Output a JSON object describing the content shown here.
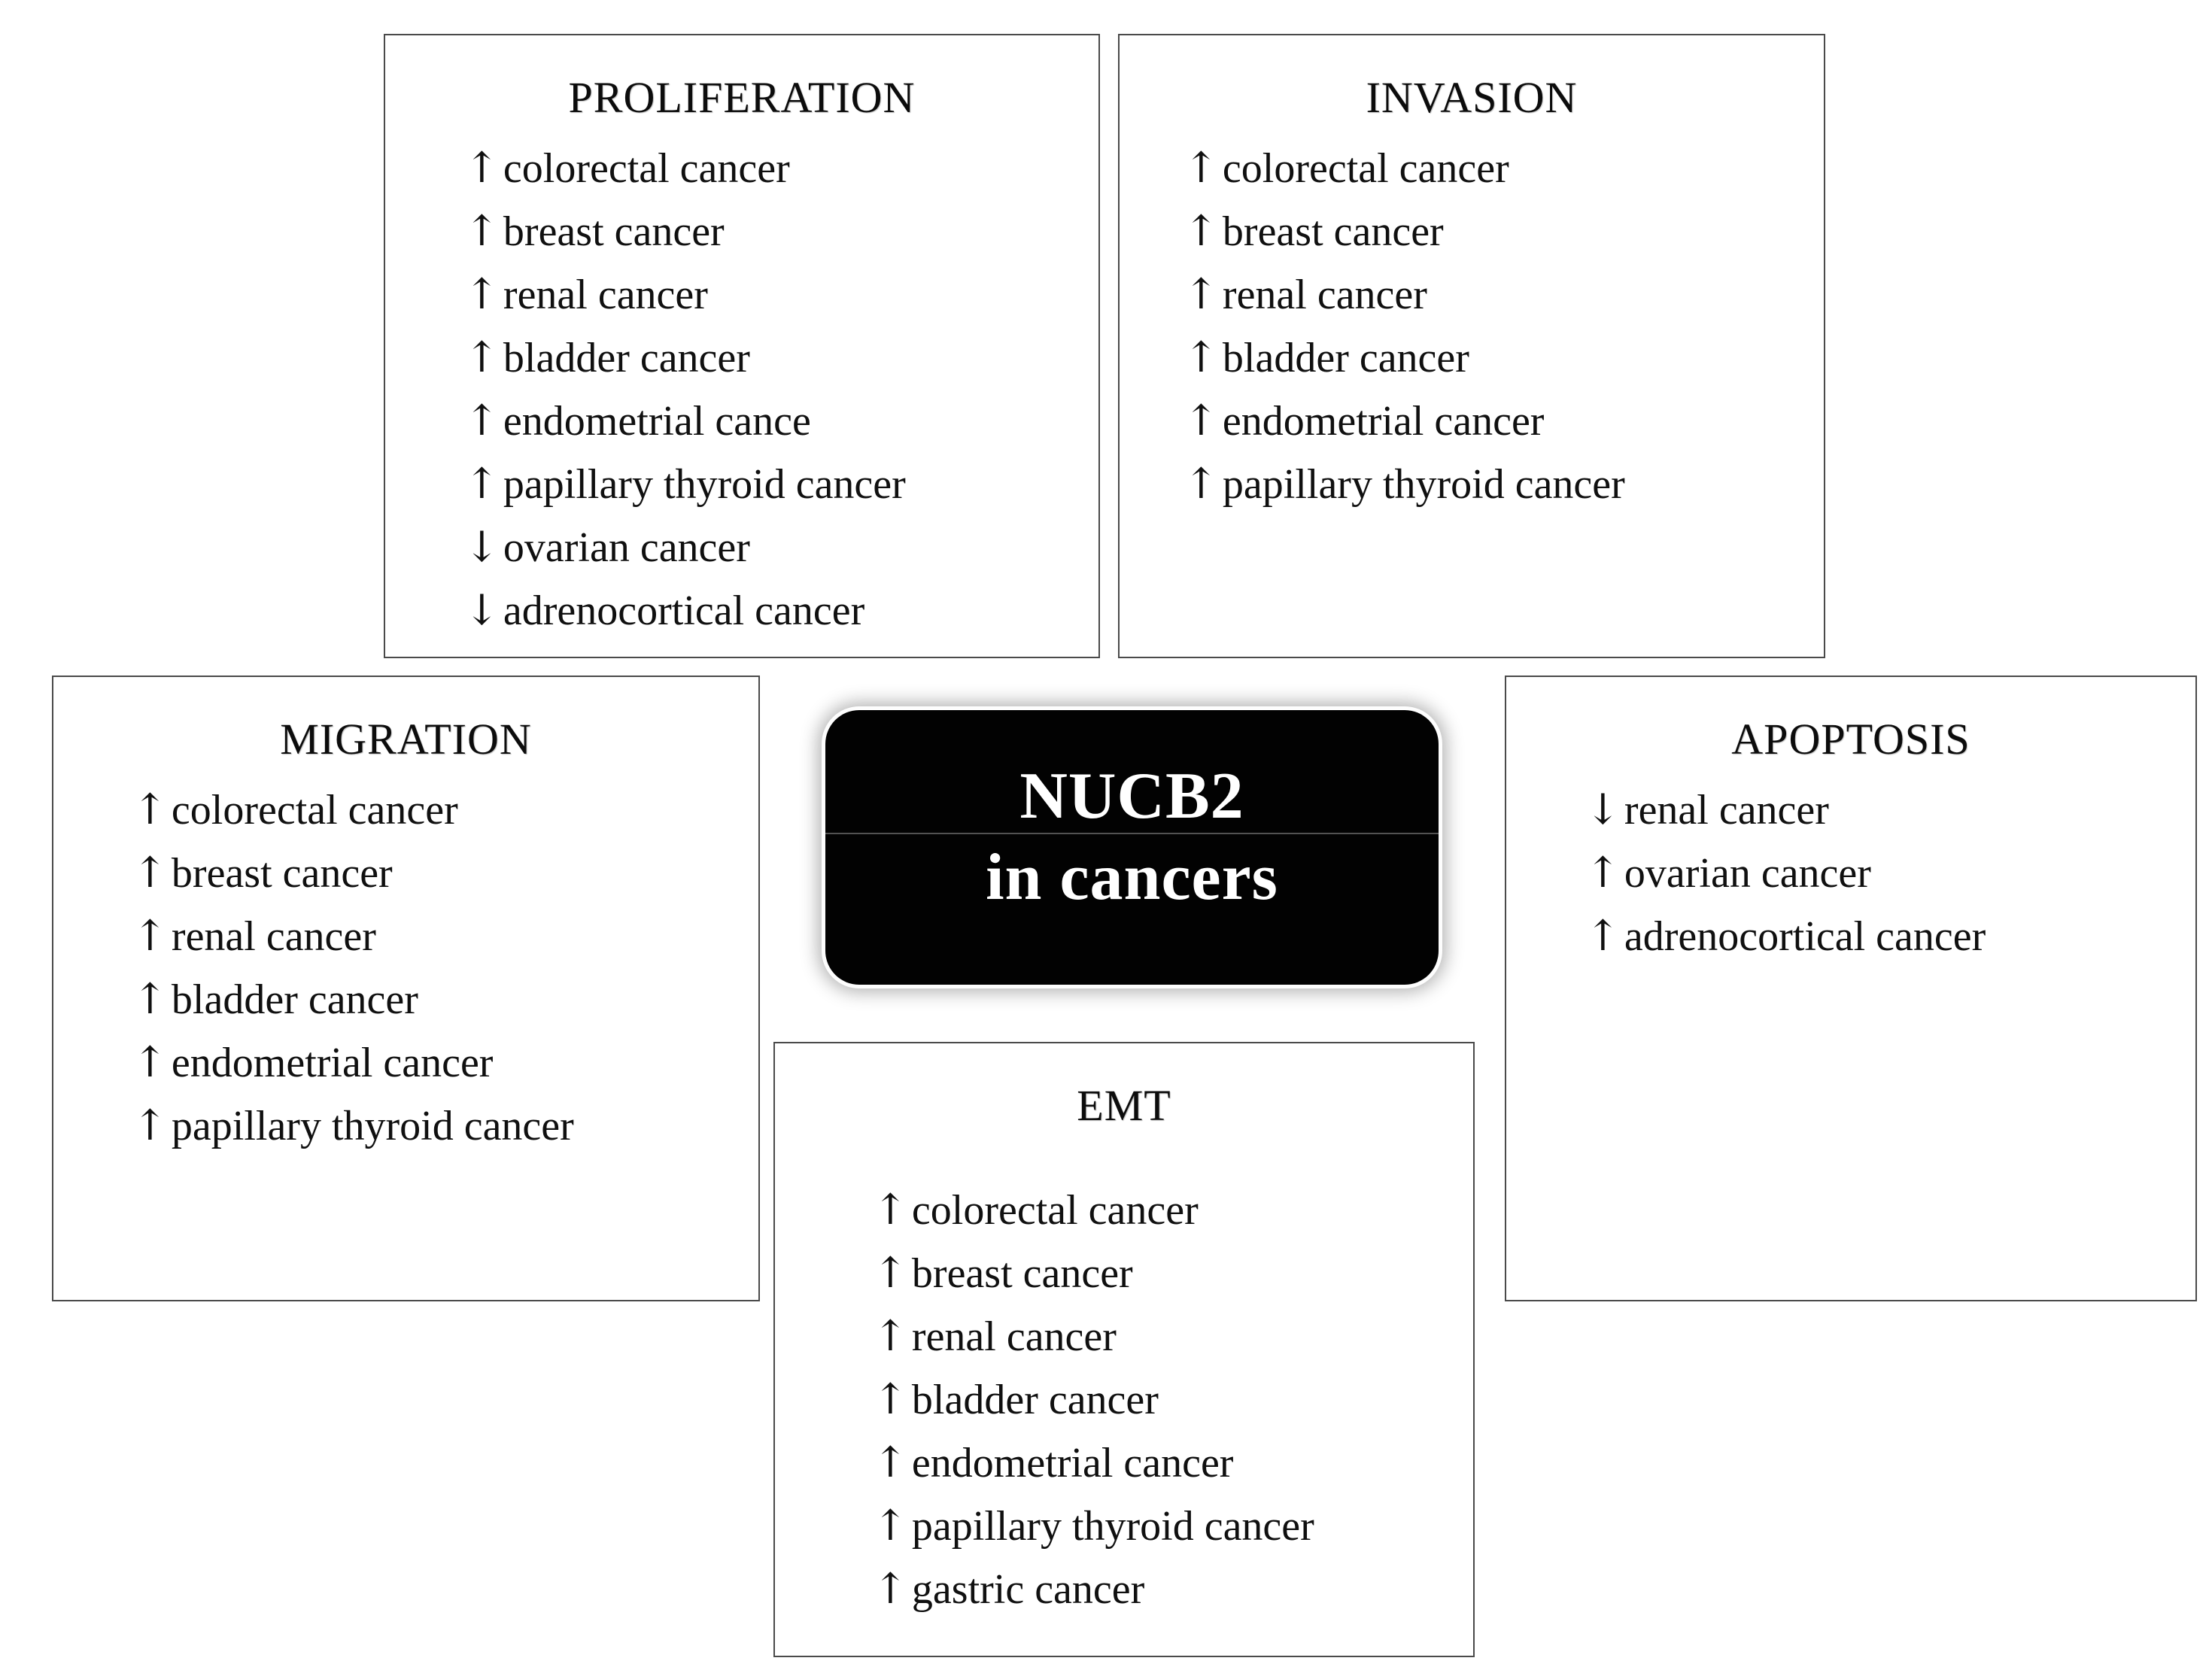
{
  "center": {
    "title_line1": "NUCB2",
    "title_line2": "in cancers"
  },
  "boxes": [
    {
      "key": "proliferation",
      "title": "PROLIFERATION",
      "items": [
        {
          "arrow": "↑",
          "label": "colorectal cancer"
        },
        {
          "arrow": "↑",
          "label": "breast cancer"
        },
        {
          "arrow": "↑",
          "label": "renal cancer"
        },
        {
          "arrow": "↑",
          "label": "bladder cancer"
        },
        {
          "arrow": "↑",
          "label": "endometrial cance"
        },
        {
          "arrow": "↑",
          "label": "papillary thyroid cancer"
        },
        {
          "arrow": "↓",
          "label": "ovarian cancer"
        },
        {
          "arrow": "↓",
          "label": "adrenocortical cancer"
        }
      ]
    },
    {
      "key": "invasion",
      "title": "INVASION",
      "items": [
        {
          "arrow": "↑",
          "label": "colorectal cancer"
        },
        {
          "arrow": "↑",
          "label": "breast cancer"
        },
        {
          "arrow": "↑",
          "label": "renal cancer"
        },
        {
          "arrow": "↑",
          "label": "bladder cancer"
        },
        {
          "arrow": "↑",
          "label": "endometrial cancer"
        },
        {
          "arrow": "↑",
          "label": "papillary thyroid cancer"
        }
      ]
    },
    {
      "key": "migration",
      "title": "MIGRATION",
      "items": [
        {
          "arrow": "↑",
          "label": "colorectal cancer"
        },
        {
          "arrow": "↑",
          "label": "breast cancer"
        },
        {
          "arrow": "↑",
          "label": "renal cancer"
        },
        {
          "arrow": "↑",
          "label": "bladder cancer"
        },
        {
          "arrow": "↑",
          "label": "endometrial cancer"
        },
        {
          "arrow": "↑",
          "label": "papillary thyroid cancer"
        }
      ]
    },
    {
      "key": "apoptosis",
      "title": "APOPTOSIS",
      "items": [
        {
          "arrow": "↓",
          "label": "renal cancer"
        },
        {
          "arrow": "↑",
          "label": "ovarian cancer"
        },
        {
          "arrow": "↑",
          "label": "adrenocortical cancer"
        }
      ]
    },
    {
      "key": "emt",
      "title": "EMT",
      "items": [
        {
          "arrow": "↑",
          "label": "colorectal cancer"
        },
        {
          "arrow": "↑",
          "label": "breast cancer"
        },
        {
          "arrow": "↑",
          "label": "renal cancer"
        },
        {
          "arrow": "↑",
          "label": "bladder cancer"
        },
        {
          "arrow": "↑",
          "label": "endometrial cancer"
        },
        {
          "arrow": "↑",
          "label": "papillary thyroid cancer"
        },
        {
          "arrow": "↑",
          "label": "gastric cancer"
        }
      ]
    }
  ],
  "colors": {
    "box_border": "#4a4a4a",
    "center_bg": "#020202",
    "center_text": "#ffffff",
    "text": "#121212"
  }
}
